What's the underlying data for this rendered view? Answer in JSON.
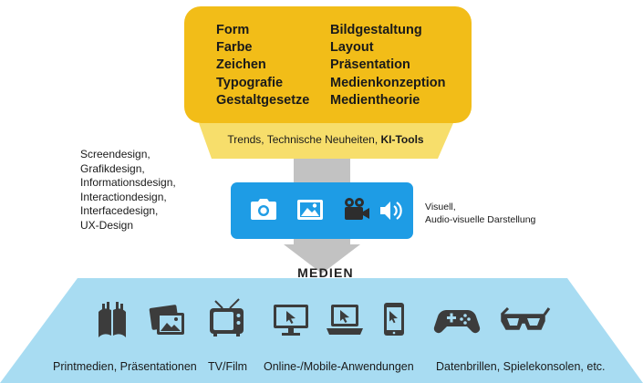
{
  "top_box": {
    "left_items": [
      "Form",
      "Farbe",
      "Zeichen",
      "Typografie",
      "Gestaltgesetze"
    ],
    "right_items": [
      "Bildgestaltung",
      "Layout",
      "Präsentation",
      "Medienkonzeption",
      "Medientheorie"
    ]
  },
  "band": {
    "text_plain": "Trends, Technische Neuheiten, ",
    "text_bold": "KI-Tools"
  },
  "left_list": [
    "Screendesign,",
    "Grafikdesign,",
    "Informationsdesign,",
    "Interactiondesign,",
    "Interfacedesign,",
    "UX-Design"
  ],
  "media_box": {
    "icons": [
      "camera-icon",
      "image-icon",
      "video-camera-icon",
      "speaker-icon"
    ]
  },
  "right_text": [
    "Visuell,",
    "Audio-visuelle Darstellung"
  ],
  "medien_label": "MEDIEN",
  "bottom": {
    "icons": [
      "books-icon",
      "photos-icon",
      "tv-icon",
      "monitor-icon",
      "laptop-icon",
      "tablet-icon",
      "gamepad-icon",
      "3d-glasses-icon"
    ],
    "categories": [
      "Printmedien, Präsentationen",
      "TV/Film",
      "Online-/Mobile-Anwendungen",
      "Datenbrillen, Spielekonsolen, etc."
    ]
  },
  "colors": {
    "yellow": "#f2bd18",
    "band_yellow": "#f7de6b",
    "gray": "#c2c2c2",
    "blue": "#1e9ce5",
    "light_blue": "#a8dcf2",
    "icon_dark": "#3c3c3c"
  }
}
